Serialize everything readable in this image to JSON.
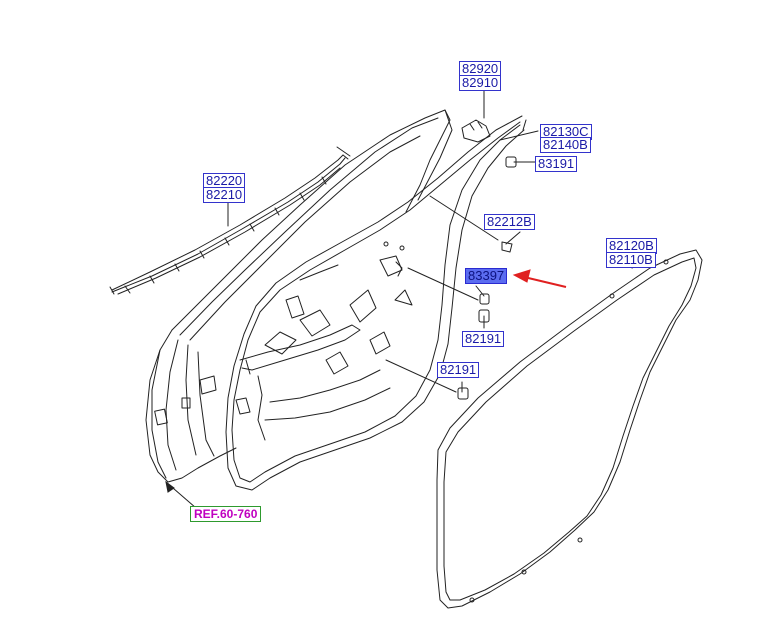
{
  "parts": {
    "p82920": "82920",
    "p82910": "82910",
    "p82130C": "82130C",
    "p82140B": "82140B",
    "p83191": "83191",
    "p82220": "82220",
    "p82210": "82210",
    "p82212B": "82212B",
    "p82120B": "82120B",
    "p82110B": "82110B",
    "p83397": "83397",
    "p82191a": "82191",
    "p82191b": "82191"
  },
  "reference": "REF.60-760",
  "colors": {
    "label_border": "#3333cc",
    "label_text": "#1a1aa6",
    "selected_fill": "#5b6cf0",
    "ref_text": "#c000c0",
    "ref_border": "#2e9a2e",
    "arrow": "#e02020",
    "line": "#222222"
  }
}
